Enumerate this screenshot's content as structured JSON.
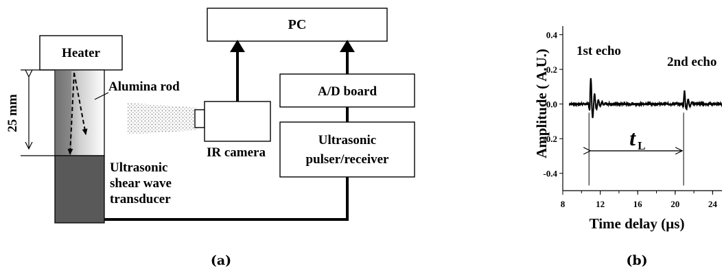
{
  "diagram": {
    "pc_label": "PC",
    "heater_label": "Heater",
    "rod_label": "Alumina rod",
    "dimension_label": "25 mm",
    "camera_label": "IR camera",
    "adc_label": "A/D board",
    "pulser_line1": "Ultrasonic",
    "pulser_line2": "pulser/receiver",
    "transducer_line1": "Ultrasonic",
    "transducer_line2": "shear wave",
    "transducer_line3": "transducer",
    "caption": "(a)"
  },
  "chart_data": {
    "type": "line",
    "title": "",
    "xlabel": "Time delay (µs)",
    "ylabel": "Amplitude ( A.U.)",
    "xlim": [
      8,
      25
    ],
    "ylim": [
      -0.5,
      0.45
    ],
    "x_ticks": [
      "8",
      "12",
      "16",
      "20",
      "24"
    ],
    "x_tick_values": [
      8,
      12,
      16,
      20,
      24
    ],
    "y_ticks": [
      "0.4",
      "0.2",
      "0.0",
      "-0.2",
      "-0.4"
    ],
    "y_tick_values": [
      0.4,
      0.2,
      0.0,
      -0.2,
      -0.4
    ],
    "grid": false,
    "annotations": {
      "echo1": "1st echo",
      "echo2": "2nd echo",
      "interval_main": "t",
      "interval_sub": "L"
    },
    "interval": {
      "start": 10.8,
      "end": 20.9,
      "y": -0.27
    },
    "echoes": [
      {
        "center": 10.9,
        "peak": 0.18,
        "trough": -0.14,
        "decay": 0.45,
        "period": 0.2
      },
      {
        "center": 20.9,
        "peak": 0.09,
        "trough": -0.05,
        "decay": 0.4,
        "period": 0.2
      }
    ],
    "caption": "(b)"
  }
}
